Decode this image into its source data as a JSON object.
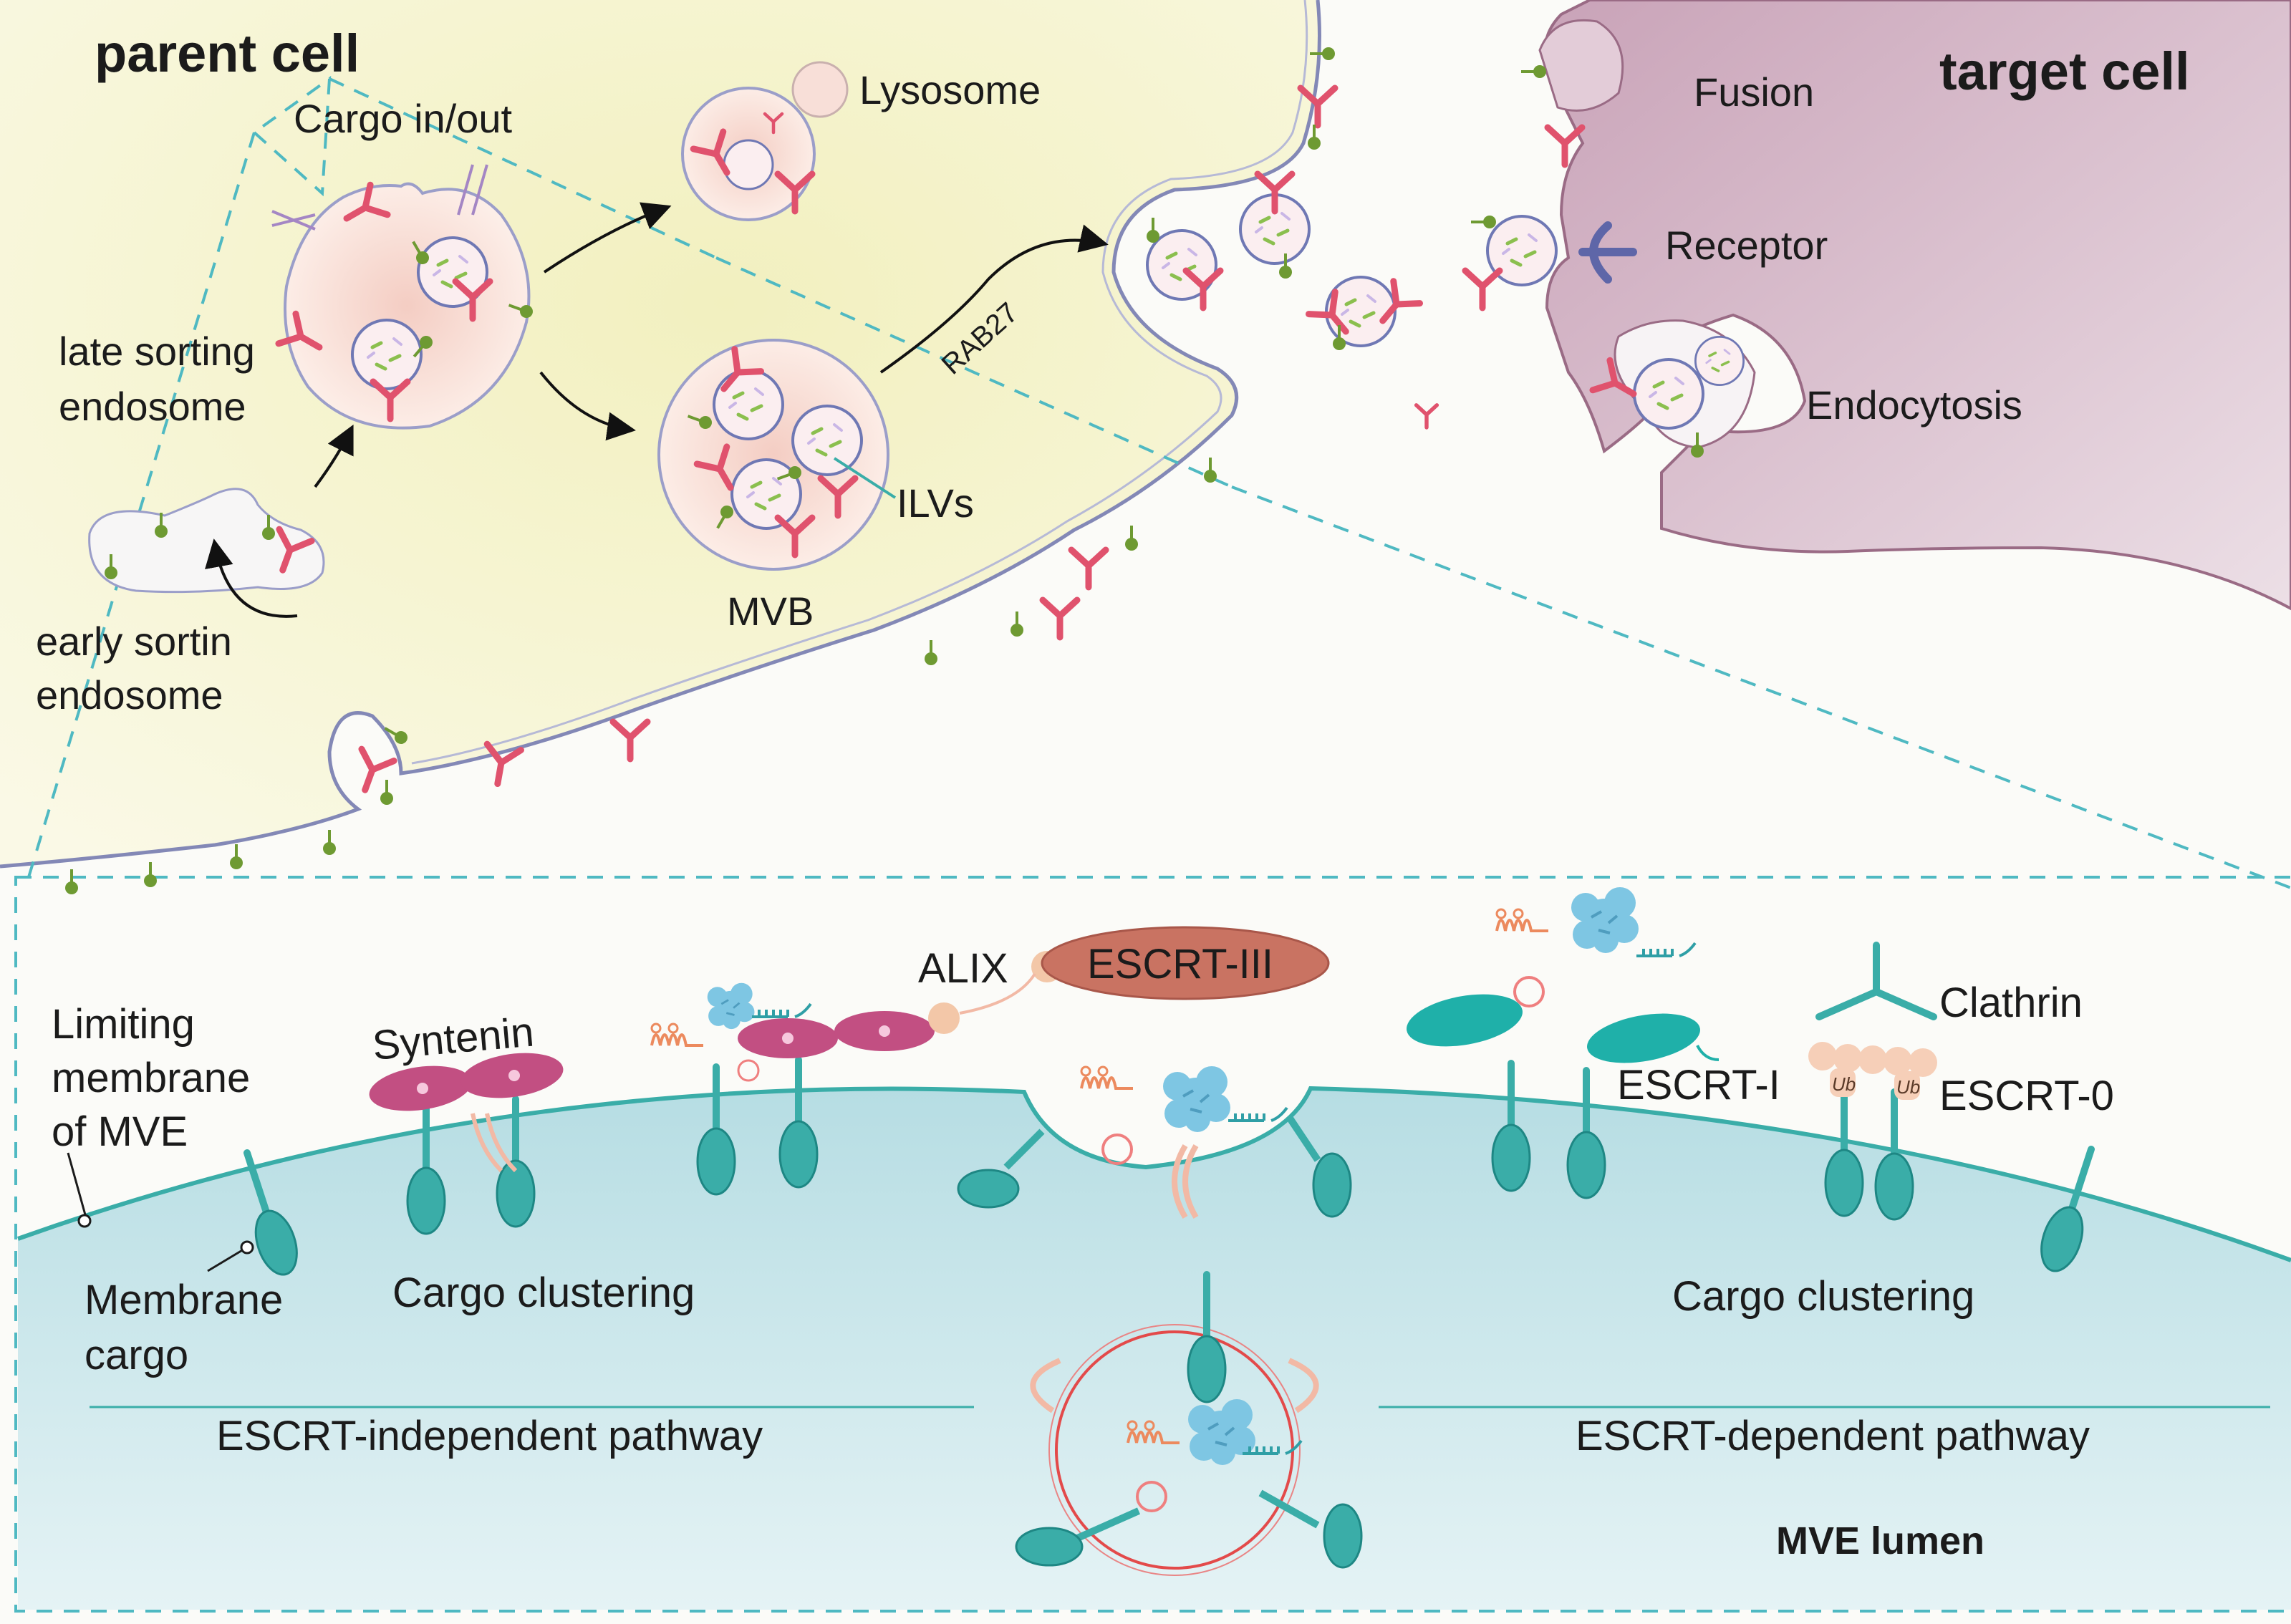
{
  "labels": {
    "parent_cell": "parent cell",
    "target_cell": "target cell",
    "cargo_in_out": "Cargo in/out",
    "lysosome": "Lysosome",
    "late_sorting_1": "late sorting",
    "late_sorting_2": "endosome",
    "early_sorting_1": "early sortin",
    "early_sorting_2": "endosome",
    "mvb": "MVB",
    "ilvs": "ILVs",
    "rab27": "RAB27",
    "fusion": "Fusion",
    "receptor": "Receptor",
    "endocytosis": "Endocytosis",
    "limiting_1": "Limiting",
    "limiting_2": "membrane",
    "limiting_3": "of MVE",
    "membrane_cargo_1": "Membrane",
    "membrane_cargo_2": "cargo",
    "syntenin": "Syntenin",
    "cargo_clustering_left": "Cargo clustering",
    "alix": "ALIX",
    "escrt_iii": "ESCRT-III",
    "escrt_i": "ESCRT-I",
    "clathrin": "Clathrin",
    "escrt_0": "ESCRT-0",
    "ub": "Ub",
    "cargo_clustering_right": "Cargo clustering",
    "escrt_independent": "ESCRT-independent pathway",
    "escrt_dependent": "ESCRT-dependent pathway",
    "mve_lumen": "MVE lumen"
  },
  "colors": {
    "parent_cytoplasm": "#f3f1c3",
    "target_cell": "#dcc3d0",
    "endosome_fill": "#f6d9d0",
    "lumen": "#c4e3e8",
    "cargo_teal": "#3aada8",
    "syntenin": "#c24f82",
    "escrt_iii": "#c97362",
    "antibody_red": "#e0526d",
    "dot_green": "#6e9a32",
    "vesicle_blue": "#6f78b4",
    "dash_cyan": "#4fb9c2"
  }
}
